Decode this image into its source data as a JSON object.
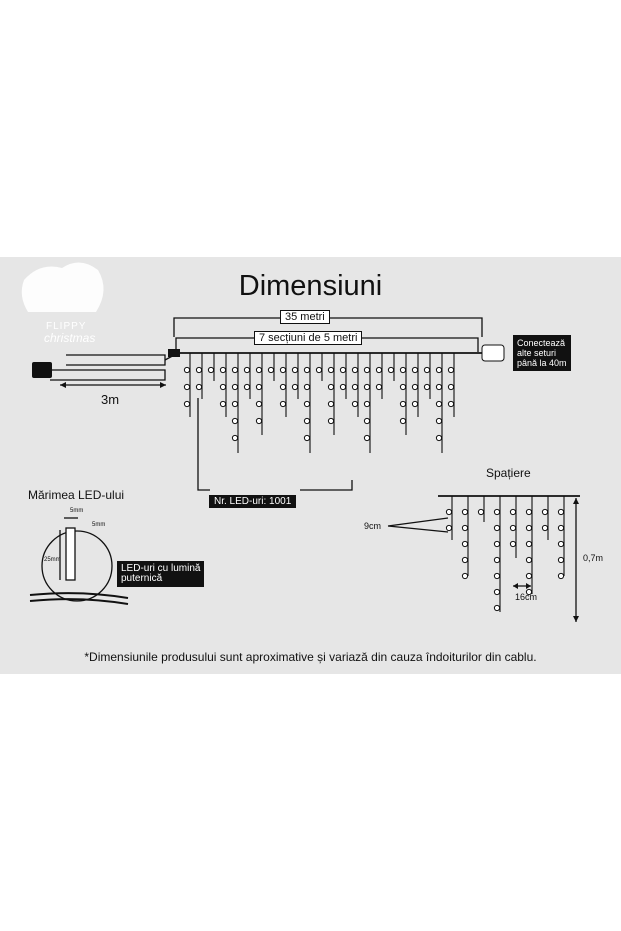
{
  "logo": {
    "line1": "FLIPPY",
    "line2": "christmas"
  },
  "title": "Dimensiuni",
  "labels": {
    "total_length": "35 metri",
    "sections": "7 secțiuni de 5 metri",
    "cable": "3m",
    "connect": [
      "Conectează",
      "alte seturi",
      "până la 40m"
    ],
    "led_count": "Nr. LED-uri: 1001",
    "led_size_title": "Mărimea LED-ului",
    "led_width": "5mm",
    "led_tip": "5mm",
    "led_height": "25mm",
    "bright": [
      "LED-uri cu lumină",
      "puternică"
    ],
    "spacing_title": "Spațiere",
    "drop_spacing": "9cm",
    "strand_spacing": "16cm",
    "max_drop": "0,7m"
  },
  "footnote": "*Dimensiunile produsului sunt aproximative și variază din cauza îndoiturilor din cablu.",
  "colors": {
    "panel": "#e6e6e6",
    "ink": "#111111",
    "background": "#ffffff"
  }
}
